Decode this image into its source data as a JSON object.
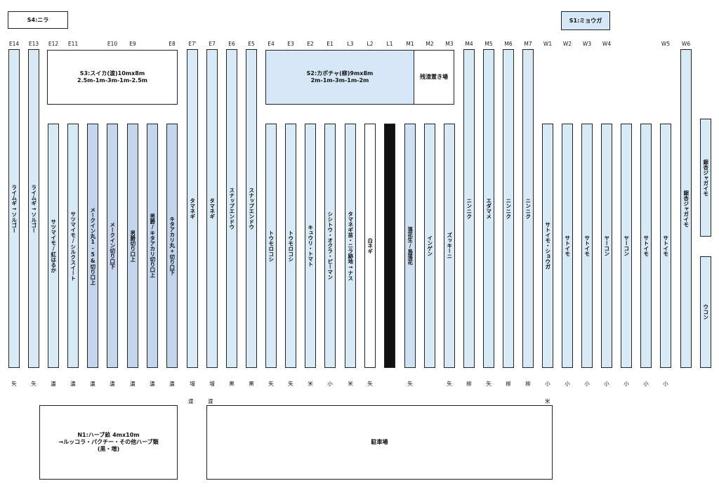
{
  "top_labels": {
    "s4": "S4:ニラ",
    "s1": "S1:ミョウガ"
  },
  "columns": [
    {
      "code": "E14",
      "label": "ライムギ→ソルゴー",
      "mark": "矢"
    },
    {
      "code": "E13",
      "label": "ライムギ→ソルゴー",
      "mark": "矢"
    },
    {
      "code": "E12",
      "label": "サツマイモ/紅はるか",
      "mark": "遺"
    },
    {
      "code": "E11",
      "label": "サツマイモ/シルクスイート",
      "mark": "遺"
    },
    {
      "code": "",
      "label": "メークイン丸1-5&切り口上",
      "mark": "遺"
    },
    {
      "code": "E10",
      "label": "メークイン切り口下",
      "mark": "遺"
    },
    {
      "code": "E9",
      "label": "男爵切り口上",
      "mark": "遺"
    },
    {
      "code": "",
      "label": "男爵/キタアカリ切り口上",
      "mark": "遺"
    },
    {
      "code": "E8",
      "label": "キタアカリ丸+切り口下",
      "mark": "遺"
    },
    {
      "code": "E7'",
      "label": "タマネギ",
      "mark": "増"
    },
    {
      "code": "E7",
      "label": "タマネギ",
      "mark": "増"
    },
    {
      "code": "E6",
      "label": "スナップエンドウ",
      "mark": "黒"
    },
    {
      "code": "E5",
      "label": "スナップエンドウ",
      "mark": "黒"
    },
    {
      "code": "E4",
      "label": "トウモロコシ",
      "mark": "矢"
    },
    {
      "code": "E3",
      "label": "トウモロコシ",
      "mark": "矢"
    },
    {
      "code": "E2",
      "label": "キュウリ・トマト",
      "mark": "米"
    },
    {
      "code": "E1",
      "label": "シシトウ・オクラ・ピーマン",
      "mark": "小"
    },
    {
      "code": "L3",
      "label": "タマネギ苗・ニラ跡地→ナス",
      "mark": "米"
    },
    {
      "code": "L2",
      "label": "白ネギ",
      "mark": "矢"
    },
    {
      "code": "L1",
      "label": "",
      "mark": ""
    },
    {
      "code": "M1",
      "label": "落花生/島落花",
      "mark": "矢"
    },
    {
      "code": "M2",
      "label": "インゲン",
      "mark": ""
    },
    {
      "code": "M3",
      "label": "ズッキーニ",
      "mark": "矢"
    },
    {
      "code": "M4",
      "label": "ニンニク",
      "mark": "柳"
    },
    {
      "code": "M5",
      "label": "エダマメ",
      "mark": "矢"
    },
    {
      "code": "M6",
      "label": "ニンニク",
      "mark": "柳"
    },
    {
      "code": "M7",
      "label": "ニンニク",
      "mark": "柳"
    },
    {
      "code": "W1",
      "label": "サトイモ・ショウガ",
      "mark": "小"
    },
    {
      "code": "W2",
      "label": "サトイモ",
      "mark": "小"
    },
    {
      "code": "W3",
      "label": "サトイモ",
      "mark": "小"
    },
    {
      "code": "W4",
      "label": "ヤーコン",
      "mark": "小"
    },
    {
      "code": "",
      "label": "ヤーコン",
      "mark": "小"
    },
    {
      "code": "",
      "label": "サトイモ",
      "mark": "小"
    },
    {
      "code": "W5",
      "label": "サトイモ",
      "mark": "小"
    },
    {
      "code": "W6",
      "label": "銀杏ジャガイモ",
      "mark": ""
    }
  ],
  "right_blocks": {
    "upper": "銀杏ジャガイモ",
    "lower": "ウコン"
  },
  "blocks": {
    "s3": "S3:スイカ(渡)10mx8m\n2.5m-1m-3m-1m-2.5m",
    "s2": "S2:カボチャ(柳)9mx8m\n2m-1m-3m-1m-2m",
    "compost": "残渣置き場",
    "n1": "N1:ハーブ畝 4mx10m\n→ルッコラ・パクチー・その他ハーブ類\n(黒・増)",
    "parking": "駐車場"
  },
  "lower_marks": {
    "a": "渡",
    "b": "渡",
    "c": "米"
  }
}
